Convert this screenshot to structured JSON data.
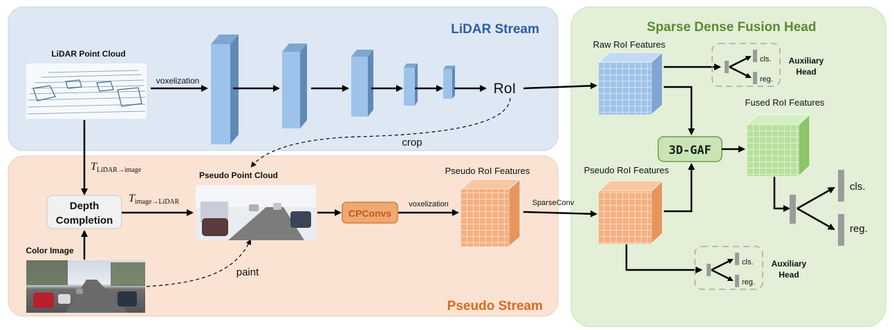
{
  "streams": {
    "lidar_title": "LiDAR Stream",
    "pseudo_title": "Pseudo Stream",
    "fusion_title": "Sparse Dense Fusion Head"
  },
  "lidar": {
    "point_cloud_label": "LiDAR Point Cloud",
    "voxelization_label": "voxelization",
    "roi_label": "RoI",
    "crop_label": "crop"
  },
  "pseudo": {
    "transform_lidar_to_image": {
      "symbol": "T",
      "subscript": "LiDAR→image"
    },
    "transform_image_to_lidar": {
      "symbol": "T",
      "subscript": "image→LiDAR"
    },
    "depth_completion_line1": "Depth",
    "depth_completion_line2": "Completion",
    "color_image_label": "Color Image",
    "pseudo_point_cloud_label": "Pseudo Point Cloud",
    "paint_label": "paint",
    "cpconvs_label": "CPConvs",
    "voxelization_label": "voxelization",
    "pseudo_roi_features_label": "Pseudo RoI Features",
    "sparseconv_label": "SparseConv"
  },
  "fusion": {
    "raw_roi_features_label": "Raw RoI Features",
    "fused_roi_features_label": "Fused RoI Features",
    "pseudo_roi_features_label": "Pseudo RoI Features",
    "gaf_label": "3D-GAF",
    "aux_head_top": {
      "cls": "cls.",
      "reg": "reg.",
      "title_line1": "Auxiliary",
      "title_line2": "Head"
    },
    "aux_head_bottom": {
      "cls": "cls.",
      "reg": "reg.",
      "title_line1": "Auxiliary",
      "title_line2": "Head"
    },
    "main_head": {
      "cls": "cls.",
      "reg": "reg."
    }
  },
  "colors": {
    "lidar_bg": "#dde8f4",
    "pseudo_bg": "#fbe3d4",
    "fusion_bg": "#e3efd6",
    "lidar_title": "#2f5ca8",
    "pseudo_title": "#d86a1c",
    "fusion_title": "#5b8a30",
    "blue_feature": "#9ec3ea",
    "orange_feature": "#f5b080",
    "green_feature": "#b8e09c",
    "cpconvs_fill": "#f0a872",
    "gaf_fill": "#c9e4b5"
  }
}
